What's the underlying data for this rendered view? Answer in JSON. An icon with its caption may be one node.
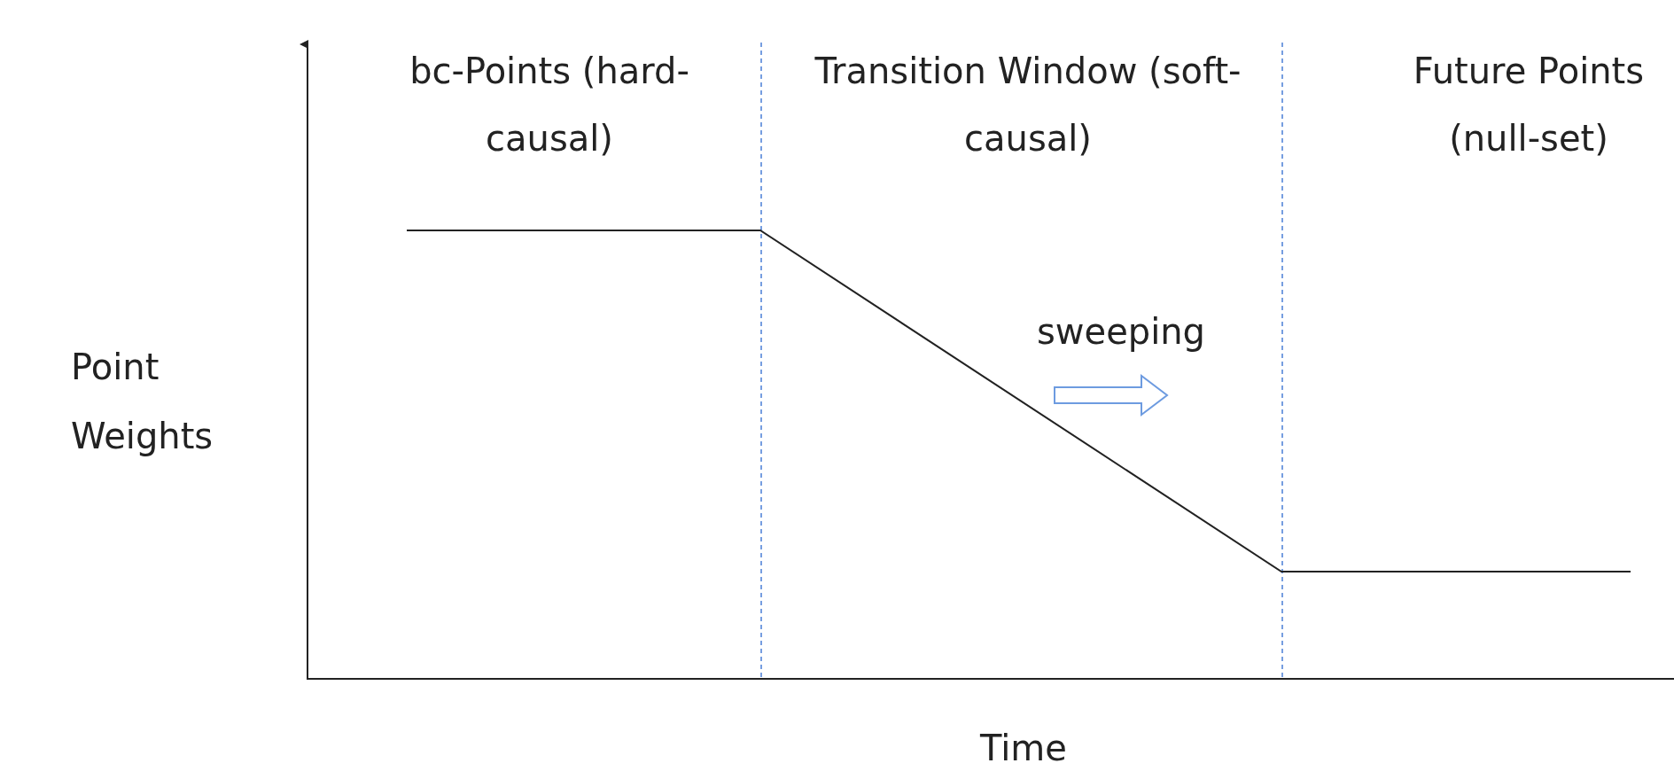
{
  "diagram": {
    "labels": [
      "bc-Points (hard-causal)",
      "Transition Window (soft-causal)",
      "Future Points (null-set)",
      "Point Weights",
      "sweeping",
      "Time"
    ]
  }
}
